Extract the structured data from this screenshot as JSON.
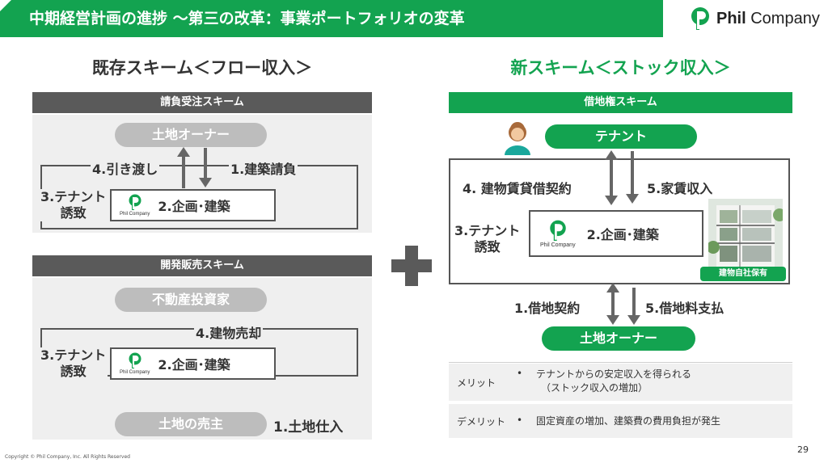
{
  "header": {
    "title": "中期経営計画の進捗 ～第三の改革：事業ポートフォリオの変革",
    "logo_bold": "Phil",
    "logo_rest": " Company"
  },
  "left": {
    "title": "既存スキーム＜フロー収入＞",
    "scheme1": {
      "bar": "請負受注スキーム",
      "owner": "土地オーナー",
      "step1": "1.建築請負",
      "step4": "4.引き渡し",
      "step3_line1": "3.テナント",
      "step3_line2": "誘致",
      "step2": "2.企画･建築",
      "mini_logo": "Phil Company"
    },
    "scheme2": {
      "bar": "開発販売スキーム",
      "investor": "不動産投資家",
      "step4": "4.建物売却",
      "step3_line1": "3.テナント",
      "step3_line2": "誘致",
      "step2": "2.企画･建築",
      "mini_logo": "Phil Company",
      "seller": "土地の売主",
      "step1": "1.土地仕入"
    }
  },
  "plus": "+",
  "right": {
    "title": "新スキーム＜ストック収入＞",
    "bar": "借地権スキーム",
    "tenant": "テナント",
    "step4": "4. 建物賃貸借契約",
    "step5_rent": "5.家賃収入",
    "step3_line1": "3.テナント",
    "step3_line2": "誘致",
    "step2": "2.企画･建築",
    "mini_logo": "Phil Company",
    "badge": "建物自社保有",
    "step1": "1.借地契約",
    "step5_land": "5.借地料支払",
    "owner": "土地オーナー"
  },
  "table": {
    "merit_key": "メリット",
    "merit_line1": "テナントからの安定収入を得られる",
    "merit_line2": "（ストック収入の増加）",
    "demerit_key": "デメリット",
    "demerit_text": "固定資産の増加、建築費の費用負担が発生",
    "bullet": "•"
  },
  "footer": {
    "copyright": "Copyright © Phil Company, Inc.  All Rights Reserved",
    "page": "29"
  },
  "colors": {
    "brand_green": "#13a350",
    "dark_gray": "#5a5a5a",
    "light_gray": "#bdbdbd",
    "panel_gray": "#efefef"
  },
  "icons": [
    "phil-logo-icon",
    "person-icon",
    "arrow-up-icon",
    "arrow-down-icon",
    "plus-icon",
    "building-photo"
  ]
}
